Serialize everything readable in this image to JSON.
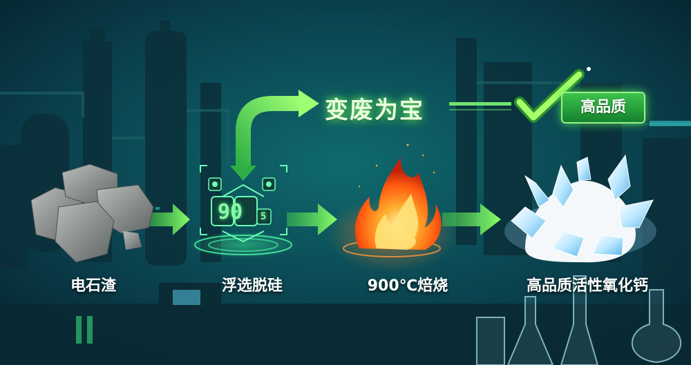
{
  "slogan": "变废为宝",
  "badge": {
    "text": "高品质",
    "icon": "check-icon"
  },
  "steps": [
    {
      "label": "电石渣",
      "icon": "rock-icon"
    },
    {
      "label": "浮选脱硅",
      "icon": "flotation-icon"
    },
    {
      "label": "900℃焙烧",
      "icon": "flame-icon"
    },
    {
      "label": "高品质活性氧化钙",
      "icon": "crystal-icon"
    }
  ],
  "flotation_display": {
    "main": "90",
    "small": "5"
  },
  "colors": {
    "accent_green": "#5fe35a",
    "teal_background": "#0a4a55",
    "flame_orange": "#ff7a1a",
    "crystal_blue": "#cfefff"
  }
}
